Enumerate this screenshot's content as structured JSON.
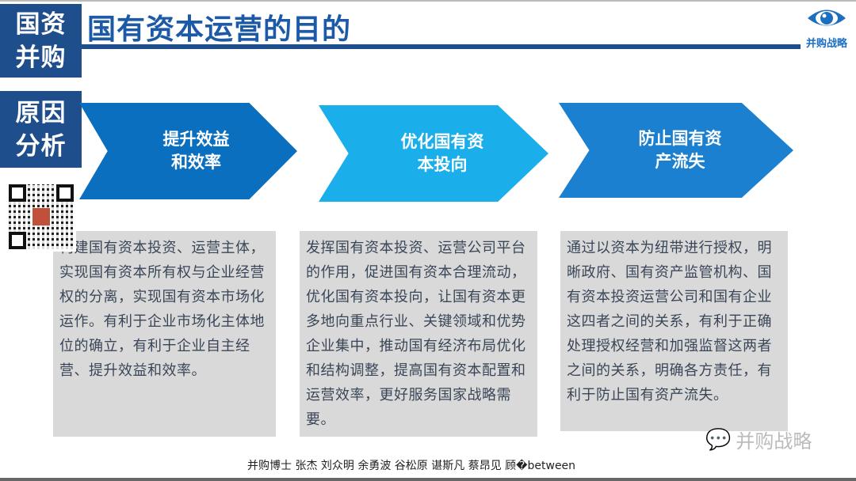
{
  "header": {
    "tag1": "国资\n并购",
    "tag1_line1": "国资",
    "tag1_line2": "并购",
    "title": "国有资本运营的目的",
    "logo_text": "并购战略"
  },
  "section_tag": {
    "line1": "原因",
    "line2": "分析"
  },
  "arrows": [
    {
      "label": "提升效益\n和效率",
      "color": "#0b6fbf"
    },
    {
      "label": "优化国有资\n本投向",
      "color": "#1aaeea"
    },
    {
      "label": "防止国有资\n产流失",
      "color": "#1a80cf"
    }
  ],
  "boxes": [
    {
      "text": "构建国有资本投资、运营主体，实现国有资本所有权与企业经营权的分离，实现国有资本市场化运作。有利于企业市场化主体地位的确立，有利于企业自主经营、提升效益和效率。"
    },
    {
      "text": "发挥国有资本投资、运营公司平台的作用，促进国有资本合理流动，优化国有资本投向，让国有资本更多地向重点行业、关键领域和优势企业集中，推动国有经济布局优化和结构调整，提高国有资本配置和运营效率，更好服务国家战略需要。"
    },
    {
      "text": "通过以资本为纽带进行授权，明晰政府、国有资产监管机构、国有资本投资运营公司和国有企业这四者之间的关系，有利于正确处理授权经营和加强监督这两者之间的关系，明确各方责任，有利于防止国有资产流失。"
    }
  ],
  "footer": "并购博士 张杰 刘众明 余勇波 谷松原 谌斯凡 蔡昂见 顾�between",
  "watermark": "并购战略"
}
